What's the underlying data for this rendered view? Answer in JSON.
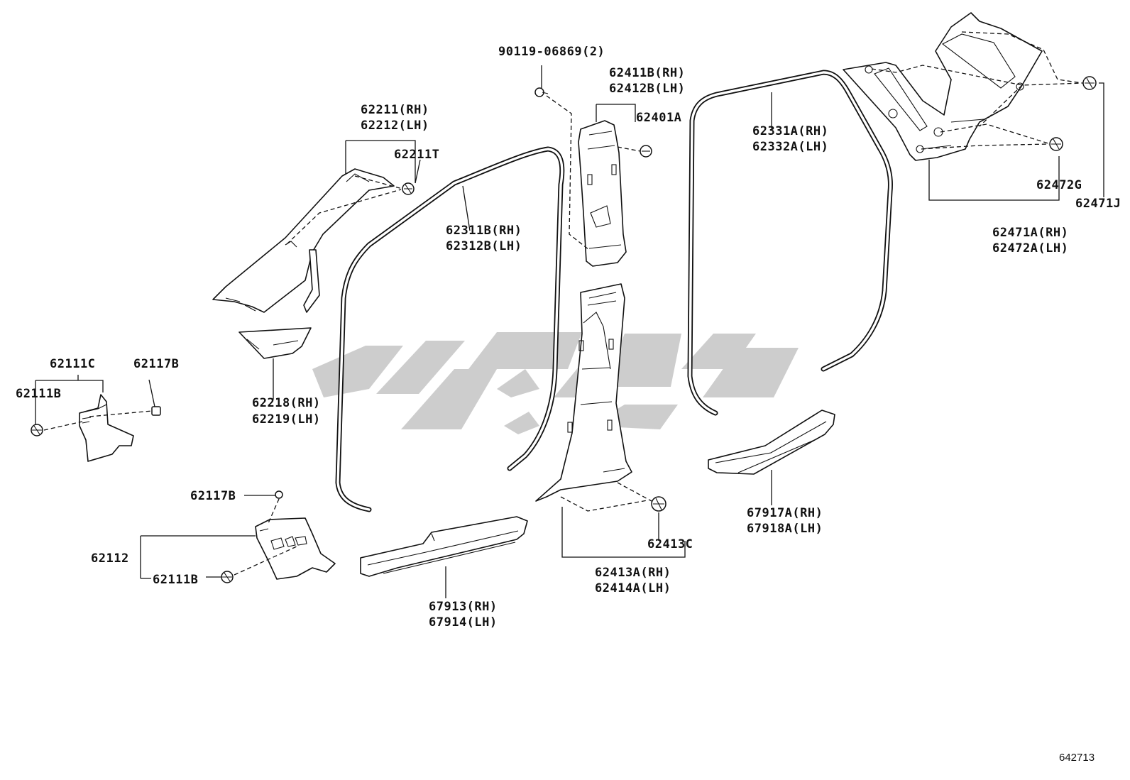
{
  "labels": {
    "p90119": "90119-06869(2)",
    "p62411B": "62411B(RH)",
    "p62412B": "62412B(LH)",
    "p62401A": "62401A",
    "p62211": "62211(RH)",
    "p62212": "62212(LH)",
    "p62211T": "62211T",
    "p62311B": "62311B(RH)",
    "p62312B": "62312B(LH)",
    "p62331A": "62331A(RH)",
    "p62332A": "62332A(LH)",
    "p62472G": "62472G",
    "p62471J": "62471J",
    "p62471A": "62471A(RH)",
    "p62472A": "62472A(LH)",
    "p62111C": "62111C",
    "p62117B_top": "62117B",
    "p62111B_top": "62111B",
    "p62218": "62218(RH)",
    "p62219": "62219(LH)",
    "p62117B_bot": "62117B",
    "p62112": "62112",
    "p62111B_bot": "62111B",
    "p67913": "67913(RH)",
    "p67914": "67914(LH)",
    "p62413C": "62413C",
    "p62413A": "62413A(RH)",
    "p62414A": "62414A(LH)",
    "p67917A": "67917A(RH)",
    "p67918A": "67918A(LH)"
  },
  "reference_number": "642713",
  "watermark_color": "#c8c8c8"
}
